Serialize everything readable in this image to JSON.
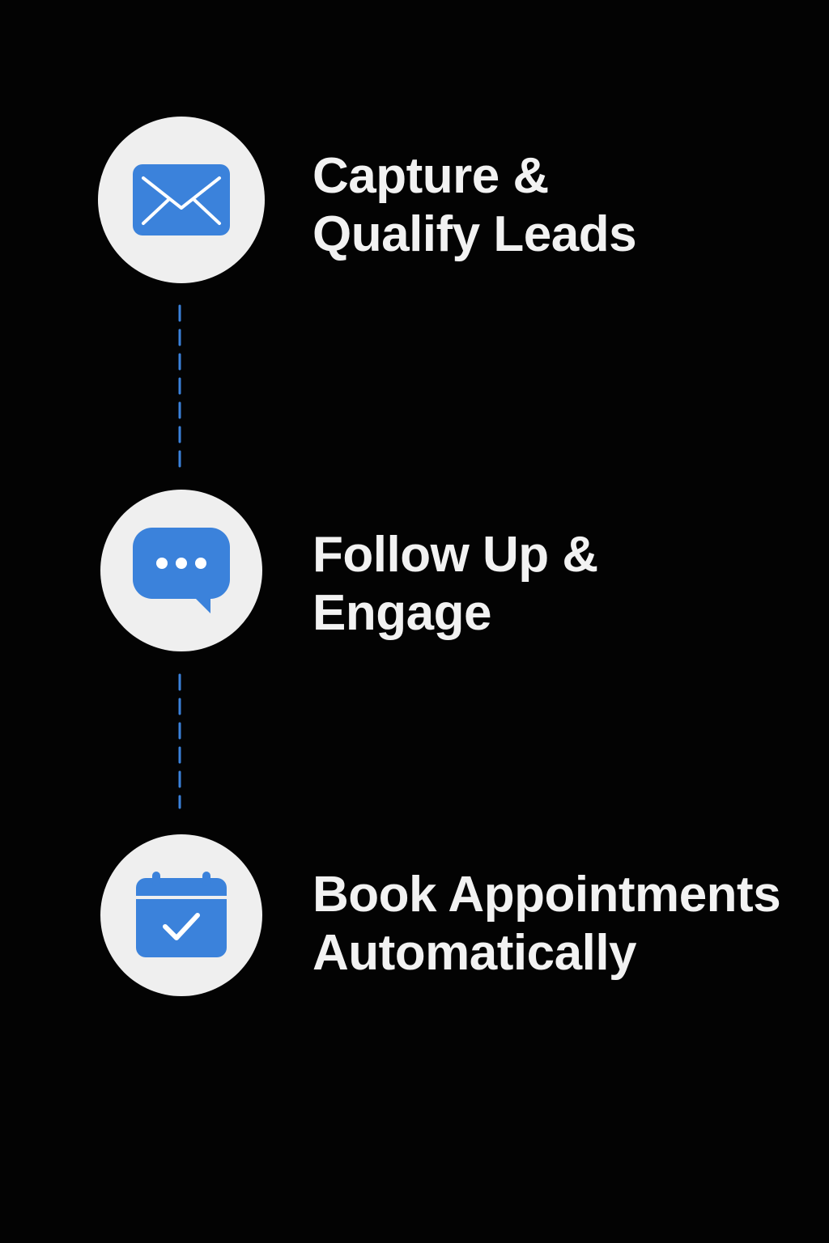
{
  "accent_color": "#3b82db",
  "circle_color": "#efefef",
  "background_color": "#030303",
  "steps": [
    {
      "icon": "envelope-icon",
      "line1": "Capture &",
      "line2": "Qualify Leads"
    },
    {
      "icon": "chat-bubble-icon",
      "line1": "Follow Up &",
      "line2": "Engage"
    },
    {
      "icon": "calendar-check-icon",
      "line1": "Book Appointments",
      "line2": "Automatically"
    }
  ]
}
